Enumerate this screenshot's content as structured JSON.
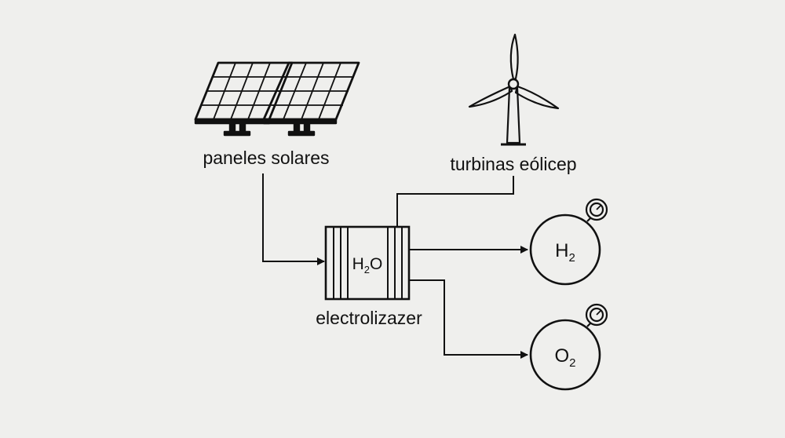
{
  "labels": {
    "solar": "paneles solares",
    "wind": "turbinas eólicep",
    "electrolyzer": "electrolizazer"
  },
  "chemistry": {
    "water": {
      "main": "H",
      "sub": "2",
      "tail": "O"
    },
    "hydrogen": {
      "main": "H",
      "sub": "2"
    },
    "oxygen": {
      "main": "O",
      "sub": "2"
    }
  },
  "icons": {
    "solar": "solar-panel-icon",
    "wind": "wind-turbine-icon",
    "gauge": "pressure-gauge-icon"
  },
  "colors": {
    "background": "#efefed",
    "ink": "#111111"
  }
}
